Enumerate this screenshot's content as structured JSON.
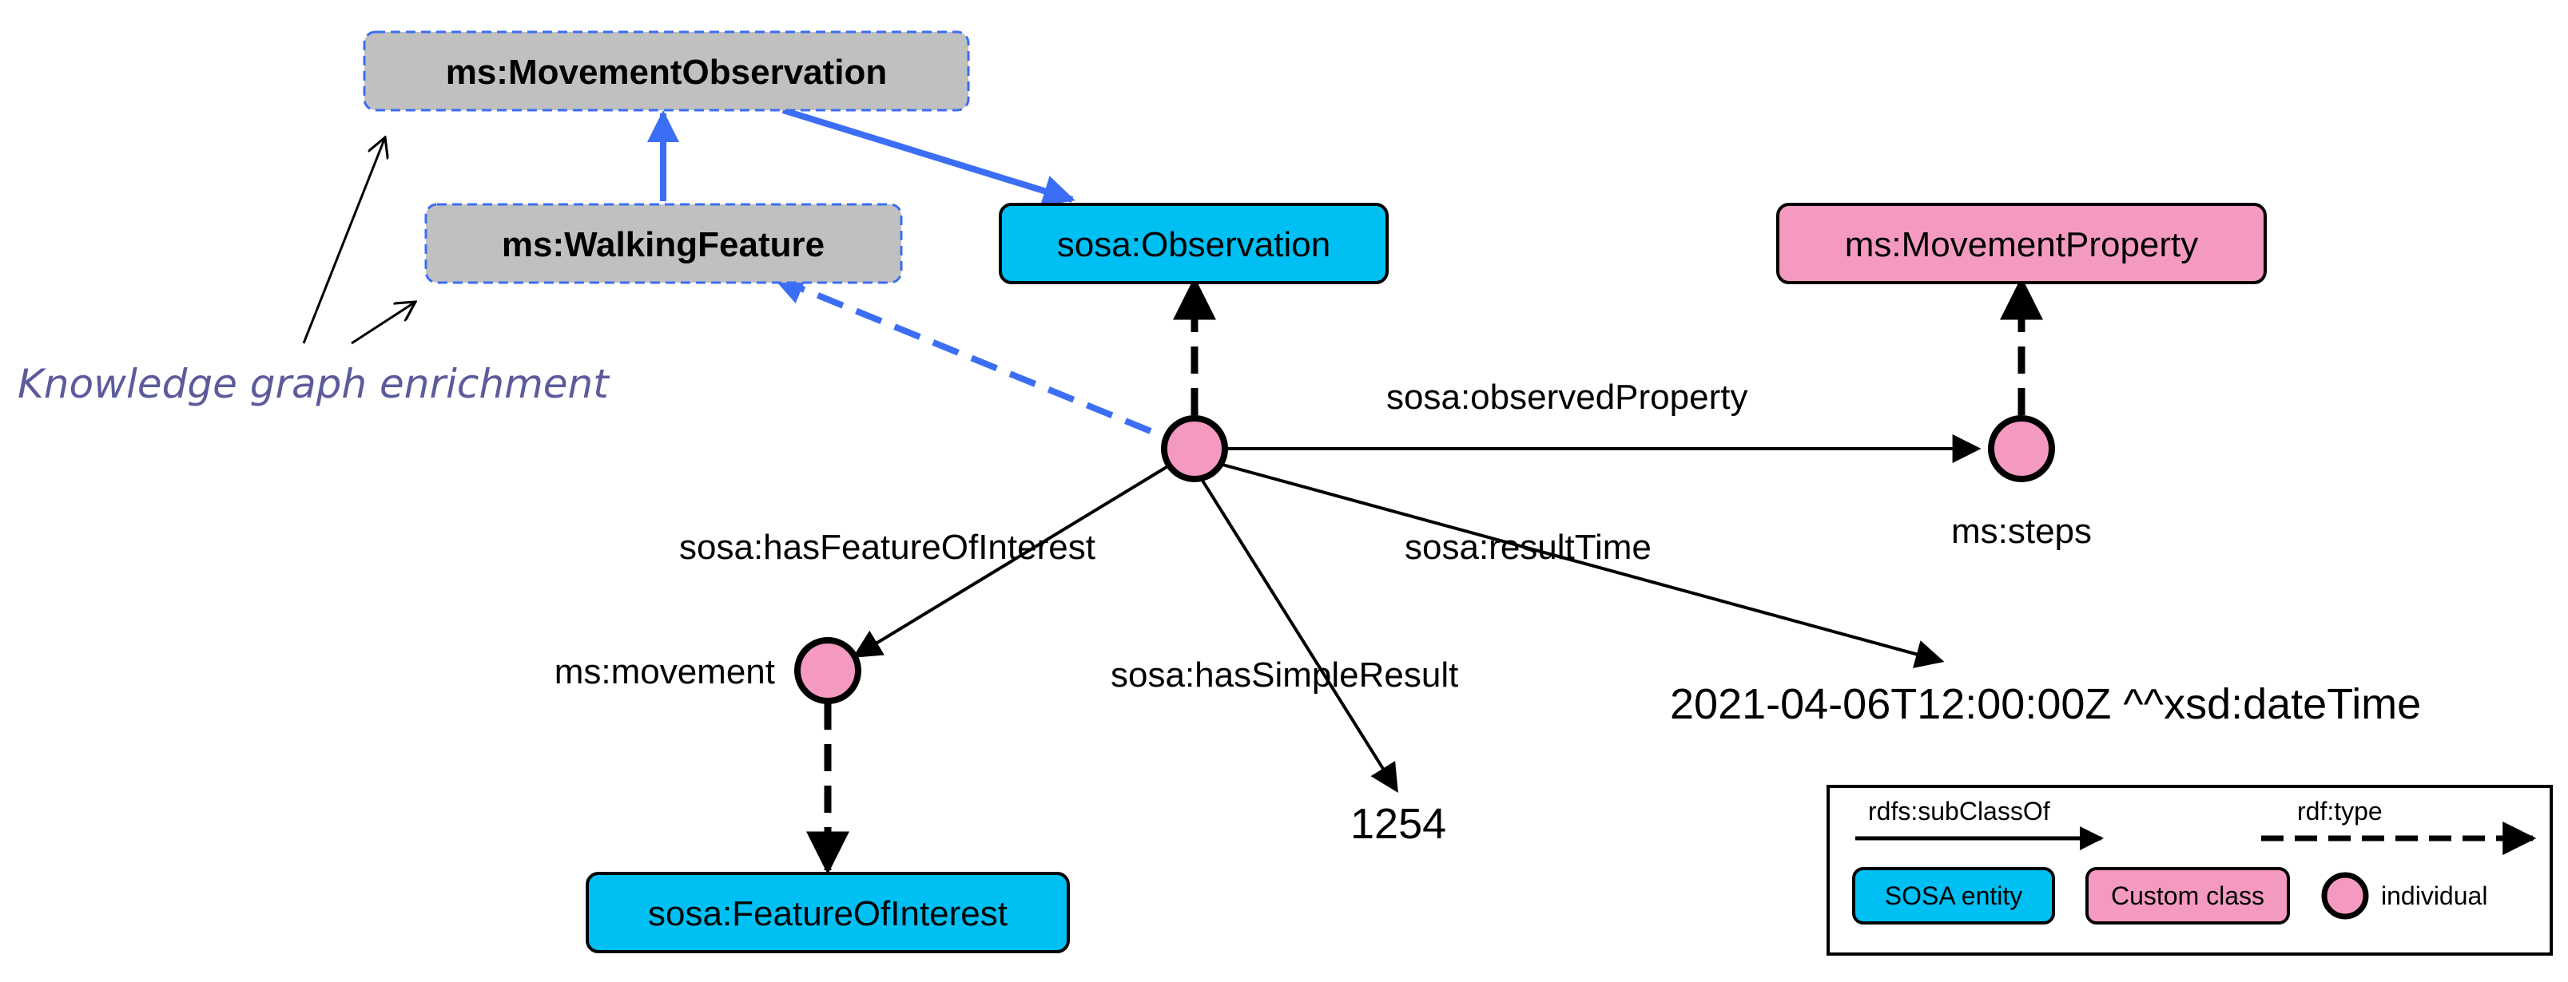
{
  "colors": {
    "sosa": "#00bff3",
    "custom": "#f49ac1",
    "enrich": "#c0c0c0",
    "blue_arrow": "#3b6ef5",
    "annotation": "#5b5b9c"
  },
  "classes": {
    "movement_observation": "ms:MovementObservation",
    "walking_feature": "ms:WalkingFeature",
    "sosa_observation": "sosa:Observation",
    "movement_property": "ms:MovementProperty",
    "feature_of_interest": "sosa:FeatureOfInterest"
  },
  "individuals": {
    "movement": "ms:movement",
    "steps": "ms:steps"
  },
  "properties": {
    "observed_property": "sosa:observedProperty",
    "has_feature_of_interest": "sosa:hasFeatureOfInterest",
    "result_time": "sosa:resultTime",
    "has_simple_result": "sosa:hasSimpleResult"
  },
  "literals": {
    "simple_result": "1254",
    "result_time_value": "2021-04-06T12:00:00Z ^^xsd:dateTime"
  },
  "annotation": "Knowledge graph enrichment",
  "legend": {
    "subclass": "rdfs:subClassOf",
    "type": "rdf:type",
    "sosa_entity": "SOSA entity",
    "custom_class": "Custom class",
    "individual": "individual"
  }
}
